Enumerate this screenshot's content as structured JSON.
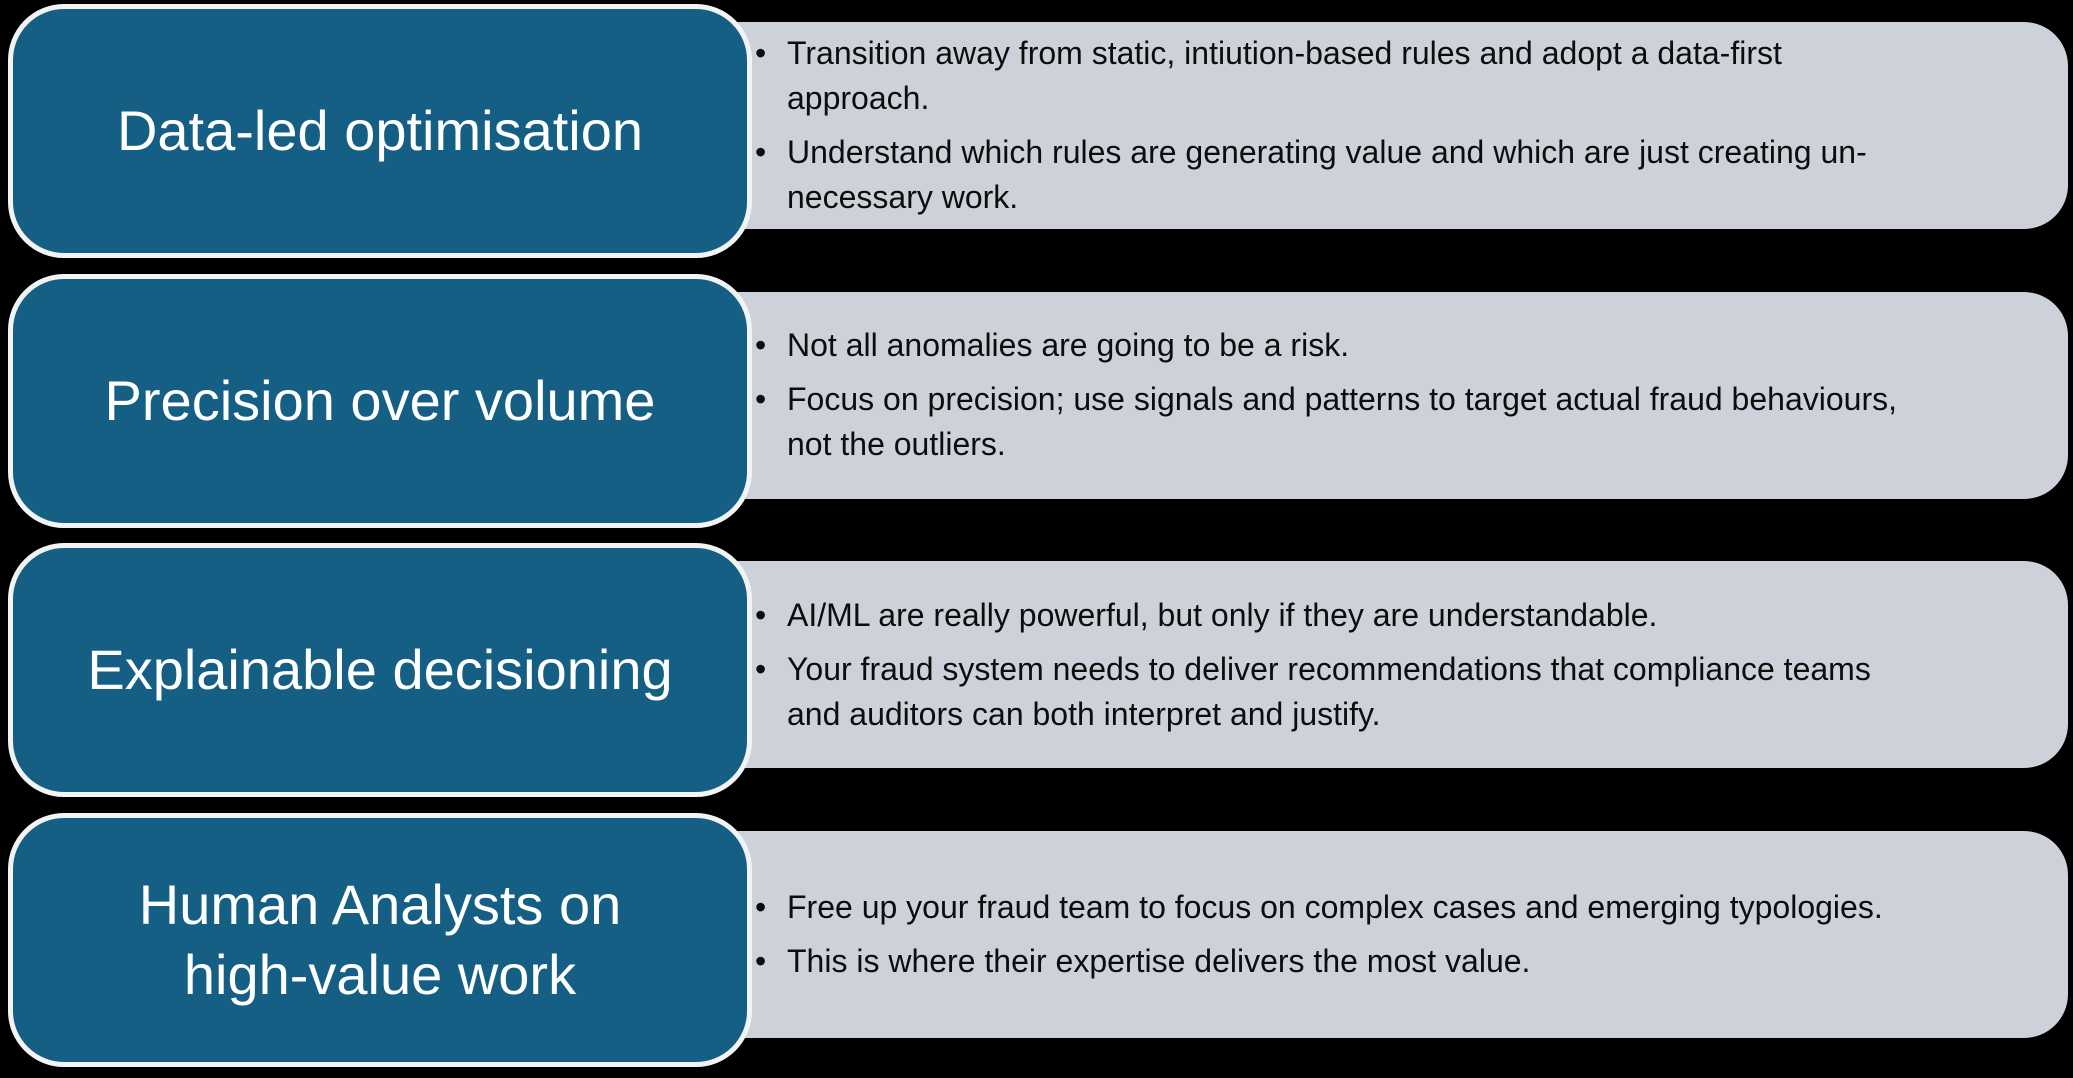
{
  "diagram": {
    "type": "stage-list",
    "background_color": "#000000",
    "stage_box_color": "#155E84",
    "stage_box_border_color": "#F2F3F4",
    "stage_label_color": "#FFFFFF",
    "detail_panel_color": "#CDD1D9",
    "detail_text_color": "#0D0D0D"
  },
  "rows": [
    {
      "label": "Data-led optimisation",
      "bullets": [
        "Transition away from static, intiution-based rules and adopt a data-first\napproach.",
        "Understand which rules are generating value and which are just creating un-\nnecessary work."
      ]
    },
    {
      "label": "Precision over volume",
      "bullets": [
        "Not all anomalies are going to be a risk.",
        "Focus on precision; use signals and patterns to target actual fraud behaviours,\nnot the outliers."
      ]
    },
    {
      "label": "Explainable decisioning",
      "bullets": [
        "AI/ML are really powerful, but only if they are understandable.",
        "Your fraud system needs to deliver recommendations that compliance teams\nand auditors can both interpret and justify."
      ]
    },
    {
      "label": "Human Analysts on\nhigh-value work",
      "bullets": [
        "Free up your fraud team to focus on complex cases and emerging typologies.",
        "This is where their expertise delivers the most value."
      ]
    }
  ]
}
